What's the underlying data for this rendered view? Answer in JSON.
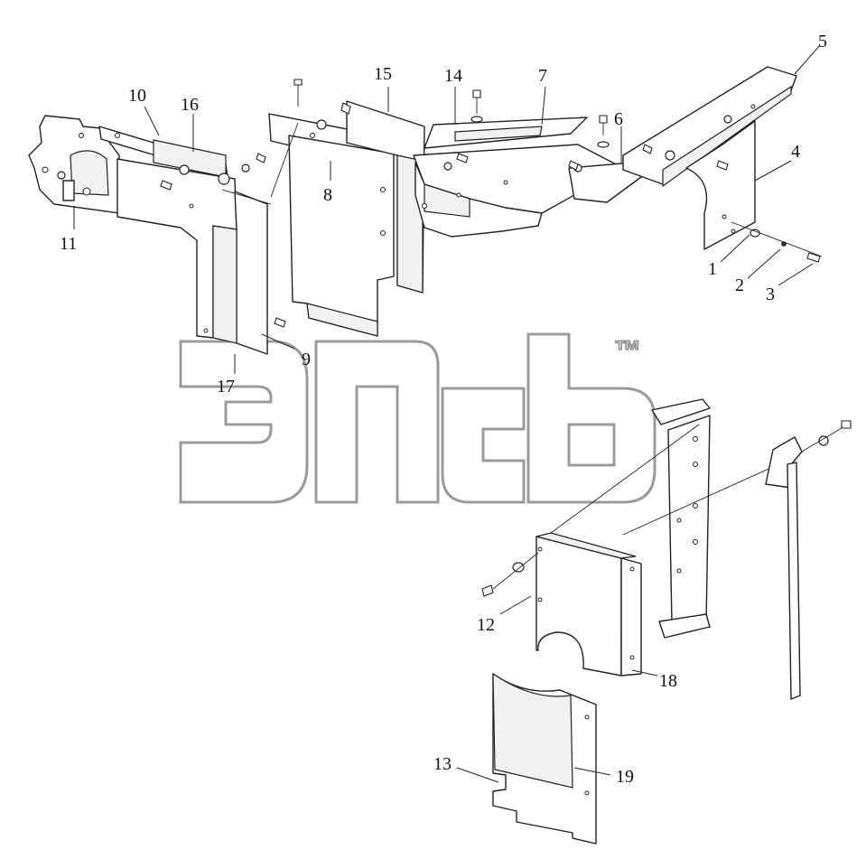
{
  "watermark": {
    "tm": "™"
  },
  "corner_mark": "",
  "callouts": {
    "c1": "1",
    "c2": "2",
    "c3": "3",
    "c4": "4",
    "c5": "5",
    "c6": "6",
    "c7": "7",
    "c8": "8",
    "c9": "9",
    "c10": "10",
    "c11": "11",
    "c12": "12",
    "c13": "13",
    "c14": "14",
    "c15": "15",
    "c16": "16",
    "c17": "17",
    "c18": "18",
    "c19": "19"
  }
}
